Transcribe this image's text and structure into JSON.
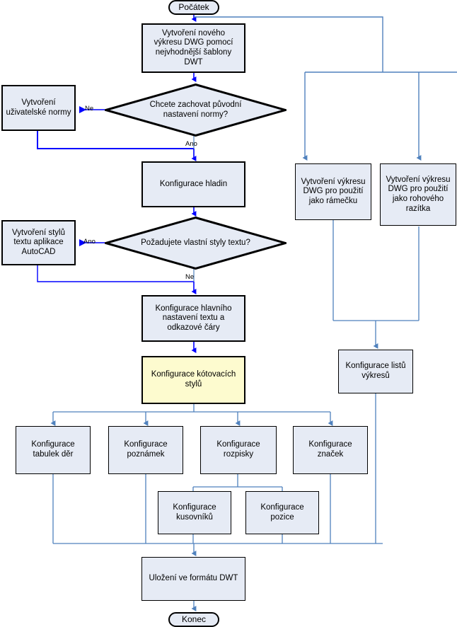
{
  "diagram": {
    "title": "Postup vytvoreni sablony DWT",
    "language": "cs",
    "colors": {
      "node_fill": "#e6ebf5",
      "highlight_fill": "#fdfbcf",
      "node_border": "#000000",
      "wire_primary": "#4f81bd",
      "wire_accent": "#0000ff"
    }
  },
  "nodes": {
    "start": {
      "label": "Počátek",
      "shape": "terminator"
    },
    "create_dwg": {
      "label": "Vytvoření nového\nvýkresu DWG pomocí\nnejvhodnější šablony\nDWT",
      "shape": "process"
    },
    "d_keep_std": {
      "label": "Chcete zachovat původní\nnastavení normy?",
      "shape": "decision"
    },
    "user_std": {
      "label": "Vytvoření\nuživatelské normy",
      "shape": "process"
    },
    "layers": {
      "label": "Konfigurace hladin",
      "shape": "process"
    },
    "d_text_styles": {
      "label": "Požadujete vlastní styly textu?",
      "shape": "decision"
    },
    "acad_text_styles": {
      "label": "Vytvoření stylů\ntextu aplikace\nAutoCAD",
      "shape": "process"
    },
    "main_text_cfg": {
      "label": "Konfigurace hlavního\nnastavení textu a\nodkazové čáry",
      "shape": "process"
    },
    "dim_styles": {
      "label": "Konfigurace kótovacích\nstylů",
      "shape": "process",
      "highlighted": true
    },
    "frame_dwg": {
      "label": "Vytvoření výkresu\nDWG pro použití\njako rámečku",
      "shape": "process"
    },
    "stamp_dwg": {
      "label": "Vytvoření výkresu\nDWG pro použití\njako rohového\nrazítka",
      "shape": "process"
    },
    "sheets_cfg": {
      "label": "Konfigurace listů\nvýkresů",
      "shape": "process"
    },
    "holes_table": {
      "label": "Konfigurace\ntabulek děr",
      "shape": "process"
    },
    "notes": {
      "label": "Konfigurace\npoznámek",
      "shape": "process"
    },
    "rozpiska": {
      "label": "Konfigurace\nrozpisky",
      "shape": "process"
    },
    "symbols": {
      "label": "Konfigurace\nznaček",
      "shape": "process"
    },
    "bom": {
      "label": "Konfigurace\nkusovníků",
      "shape": "process"
    },
    "balloons": {
      "label": "Konfigurace\npozice",
      "shape": "process"
    },
    "save_dwt": {
      "label": "Uložení ve formátu DWT",
      "shape": "process"
    },
    "end": {
      "label": "Konec",
      "shape": "terminator"
    }
  },
  "edge_labels": {
    "keep_std_no": "Ne",
    "keep_std_yes": "Ano",
    "text_styles_yes": "Ano",
    "text_styles_no": "Ne"
  }
}
